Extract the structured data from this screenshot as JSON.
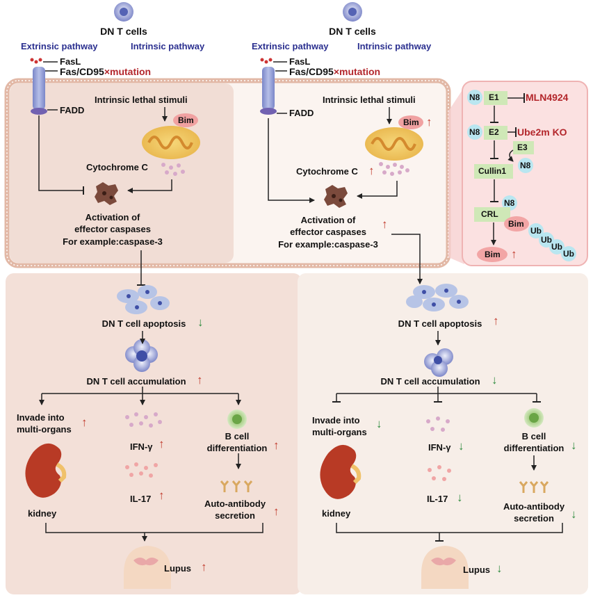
{
  "left": {
    "cell_title": "DN T cells",
    "extrinsic": "Extrinsic pathway",
    "intrinsic": "Intrinsic pathway",
    "fasl": "FasL",
    "fas": "Fas/CD95",
    "mutation_symbol": "×",
    "mutation": "mutation",
    "fadd": "FADD",
    "stimuli": "Intrinsic lethal stimuli",
    "bim": "Bim",
    "cytochrome": "Cytochrome C",
    "activation_1": "Activation of",
    "activation_2": "effector caspases",
    "activation_3": "For example:caspase-3",
    "apoptosis": "DN T cell apoptosis",
    "accumulation": "DN T cell accumulation",
    "invade_1": "Invade into",
    "invade_2": "multi-organs",
    "ifn": "IFN-γ",
    "il17": "IL-17",
    "bcell_1": "B cell",
    "bcell_2": "differentiation",
    "auto_1": "Auto-antibody",
    "auto_2": "secretion",
    "kidney": "kidney",
    "lupus": "Lupus"
  },
  "right": {
    "cell_title": "DN T cells",
    "extrinsic": "Extrinsic pathway",
    "intrinsic": "Intrinsic pathway",
    "fasl": "FasL",
    "fas": "Fas/CD95",
    "mutation_symbol": "×",
    "mutation": "mutation",
    "fadd": "FADD",
    "stimuli": "Intrinsic lethal stimuli",
    "bim": "Bim",
    "cytochrome": "Cytochrome C",
    "activation_1": "Activation of",
    "activation_2": "effector caspases",
    "activation_3": "For example:caspase-3",
    "apoptosis": "DN T cell apoptosis",
    "accumulation": "DN T cell accumulation",
    "invade_1": "Invade into",
    "invade_2": "multi-organs",
    "ifn": "IFN-γ",
    "il17": "IL-17",
    "bcell_1": "B cell",
    "bcell_2": "differentiation",
    "auto_1": "Auto-antibody",
    "auto_2": "secretion",
    "kidney": "kidney",
    "lupus": "Lupus"
  },
  "neddylation": {
    "n8": "N8",
    "e1": "E1",
    "e2": "E2",
    "e3": "E3",
    "mln": "MLN4924",
    "ube2m": "Ube2m KO",
    "cullin": "Cullin1",
    "crl": "CRL",
    "bim": "Bim",
    "ub": "Ub"
  },
  "indicators": {
    "up": "↑",
    "down": "↓"
  },
  "colors": {
    "text_blue": "#2a2f8f",
    "text_red": "#b3262b",
    "arrow_up": "#c0392b",
    "arrow_down": "#2e8b3e",
    "cell_border": "#e0b4a2",
    "panel_bg": "#f4e4dc",
    "nedd_bg": "#fbe1e1",
    "green_box": "#cfe8b7",
    "cyan_circle": "#b9e6f0",
    "bim_pink": "#f2a5a5"
  }
}
